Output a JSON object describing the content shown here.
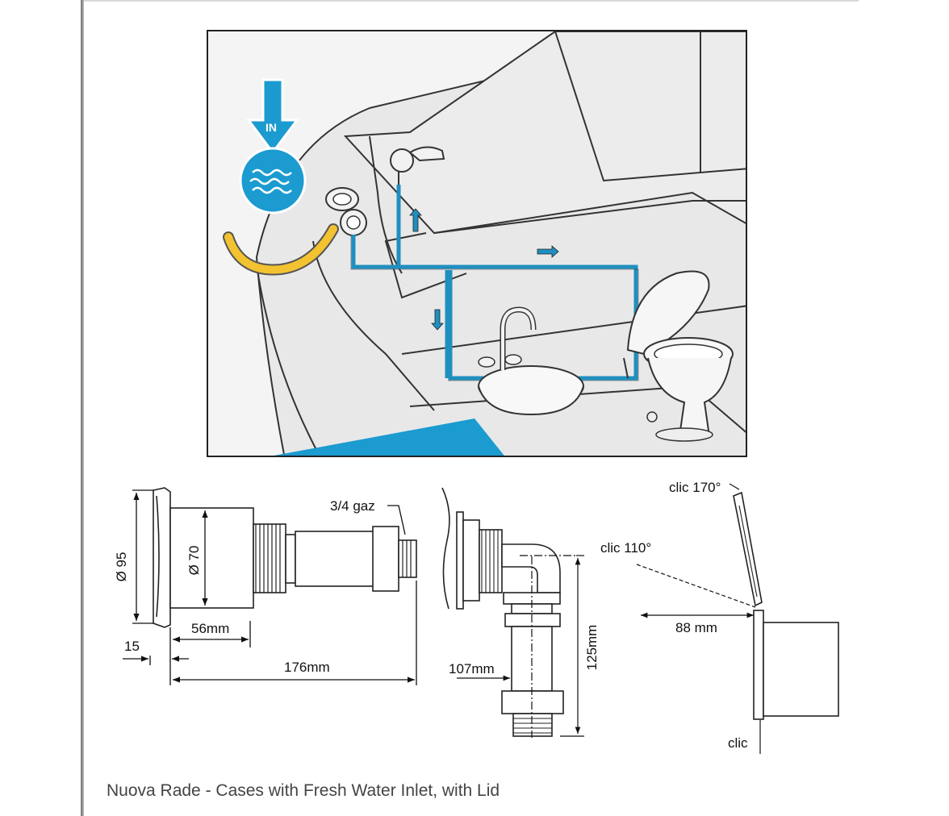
{
  "caption": "Nuova Rade - Cases with Fresh Water Inlet, with Lid",
  "illustration": {
    "in_label": "IN",
    "colors": {
      "water_pipe": "#1f8fbf",
      "hose": "#f2c230",
      "water_drop": "#1b9bd0",
      "sea": "#1b9bd0"
    }
  },
  "drawing_front": {
    "diameter_outer": "Ø 95",
    "diameter_inner": "Ø 70",
    "thread": "3/4 gaz",
    "dim_15": "15",
    "dim_56": "56mm",
    "dim_176": "176mm"
  },
  "drawing_elbow": {
    "dim_107": "107mm",
    "dim_125": "125mm"
  },
  "drawing_lid": {
    "angle_170": "clic 170°",
    "angle_110": "clic 110°",
    "dim_88": "88 mm",
    "clic": "clic"
  }
}
